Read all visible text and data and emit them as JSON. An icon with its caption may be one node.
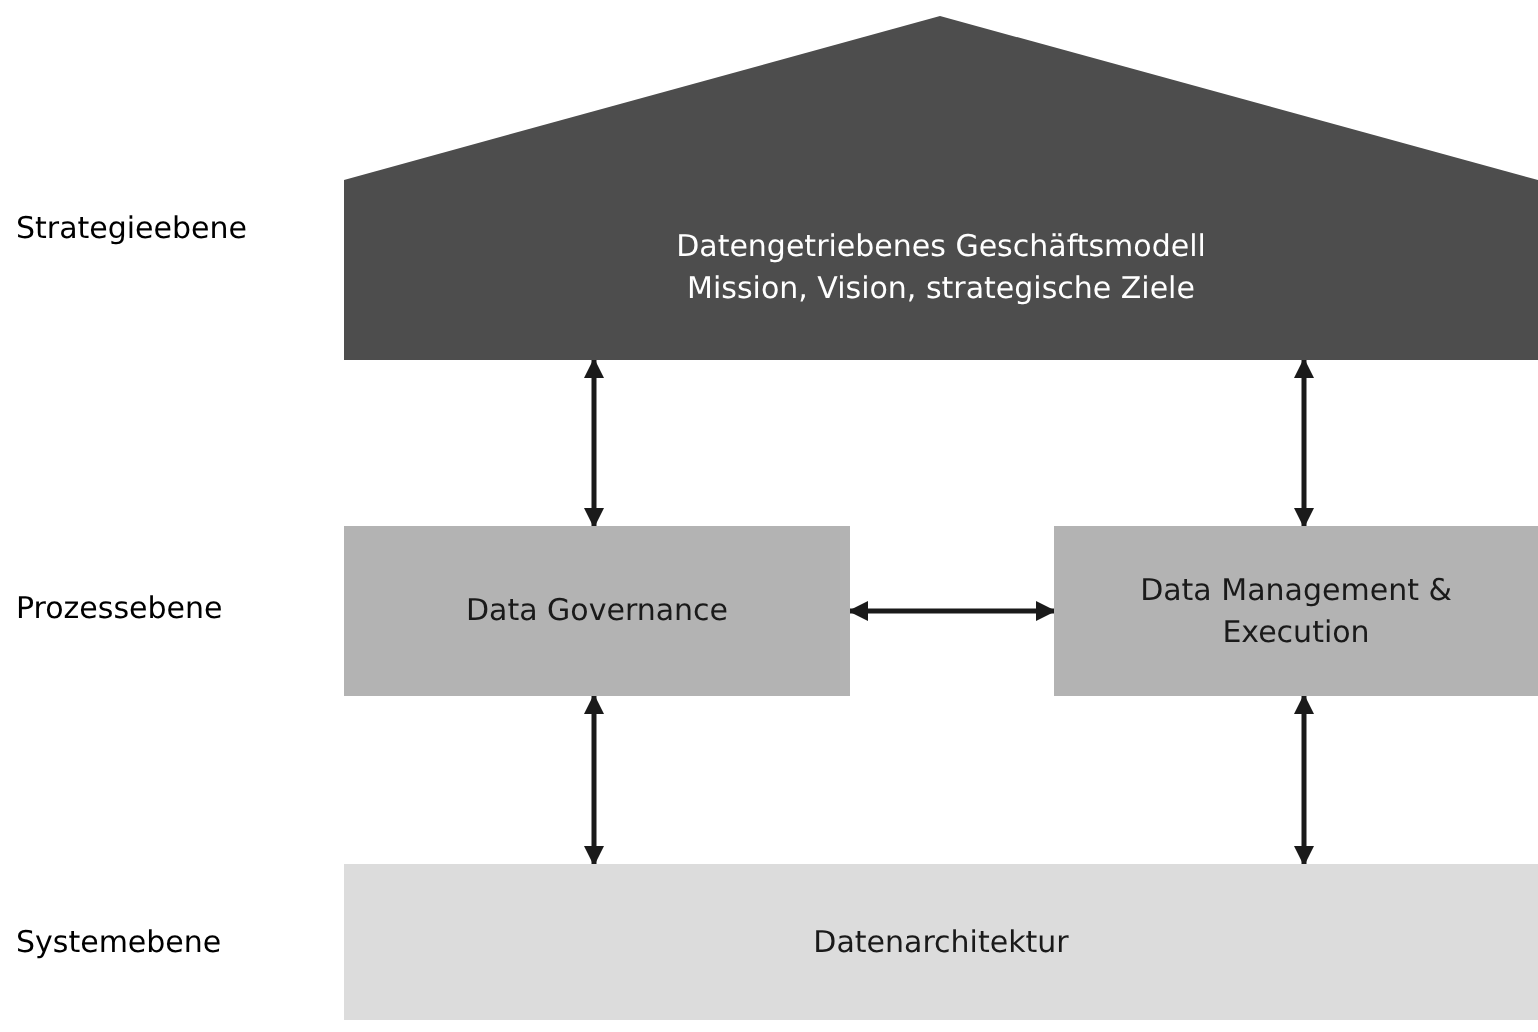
{
  "diagram": {
    "nodes": [
      {
        "text": [
          "Datengetriebenes Geschäftsmodell",
          "Mission, Vision, strategische Ziele"
        ]
      },
      {
        "text": [
          "Data Governance"
        ]
      },
      {
        "text": [
          "Data Management & Execution"
        ]
      },
      {
        "text": [
          "Datenarchitektur"
        ]
      }
    ],
    "edges": [
      {
        "from": 0,
        "to": 1,
        "arrow": "both"
      },
      {
        "from": 0,
        "to": 2,
        "arrow": "both"
      },
      {
        "from": 1,
        "to": 2,
        "arrow": "both"
      },
      {
        "from": 1,
        "to": 3,
        "arrow": "both"
      },
      {
        "from": 2,
        "to": 3,
        "arrow": "both"
      }
    ],
    "labels": [
      "Strategieebene",
      "Prozessebene",
      "Systemebene"
    ]
  }
}
